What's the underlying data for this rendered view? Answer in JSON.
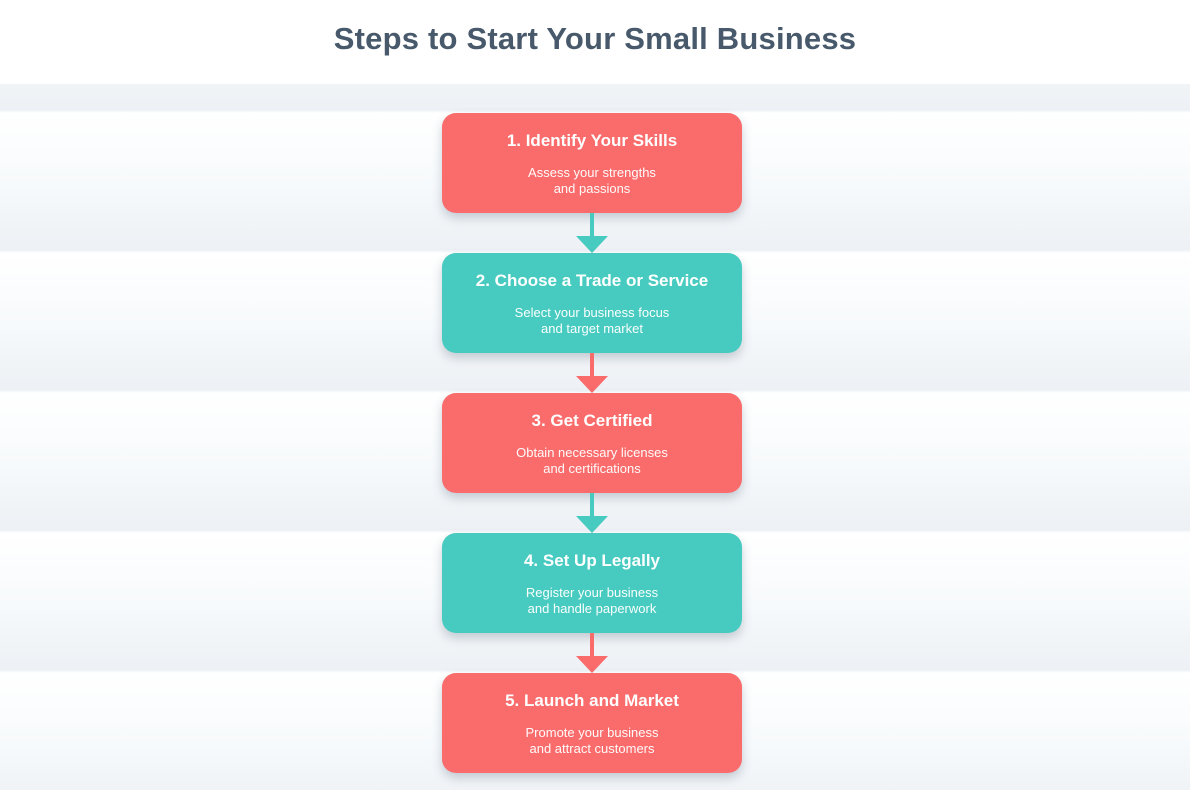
{
  "title": "Steps to Start Your Small Business",
  "colors": {
    "coral": "#fa6b6b",
    "teal": "#47cbc0",
    "title_text": "#47596b",
    "step_text": "#ffffff"
  },
  "steps": [
    {
      "title": "1. Identify Your Skills",
      "subtitle_line1": "Assess your strengths",
      "subtitle_line2": "and passions",
      "color": "coral"
    },
    {
      "title": "2. Choose a Trade or Service",
      "subtitle_line1": "Select your business focus",
      "subtitle_line2": "and target market",
      "color": "teal"
    },
    {
      "title": "3. Get Certified",
      "subtitle_line1": "Obtain necessary licenses",
      "subtitle_line2": "and certifications",
      "color": "coral"
    },
    {
      "title": "4. Set Up Legally",
      "subtitle_line1": "Register your business",
      "subtitle_line2": "and handle paperwork",
      "color": "teal"
    },
    {
      "title": "5. Launch and Market",
      "subtitle_line1": "Promote your business",
      "subtitle_line2": "and attract customers",
      "color": "coral"
    }
  ],
  "arrows": [
    {
      "color": "teal"
    },
    {
      "color": "coral"
    },
    {
      "color": "teal"
    },
    {
      "color": "coral"
    }
  ]
}
